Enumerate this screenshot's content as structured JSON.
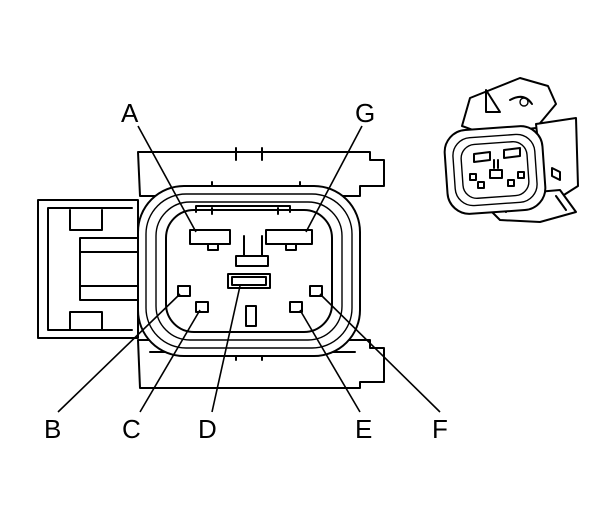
{
  "diagram": {
    "pin_labels": {
      "A": "A",
      "B": "B",
      "C": "C",
      "D": "D",
      "E": "E",
      "F": "F",
      "G": "G"
    },
    "line_color": "#000000",
    "background_color": "#ffffff"
  }
}
